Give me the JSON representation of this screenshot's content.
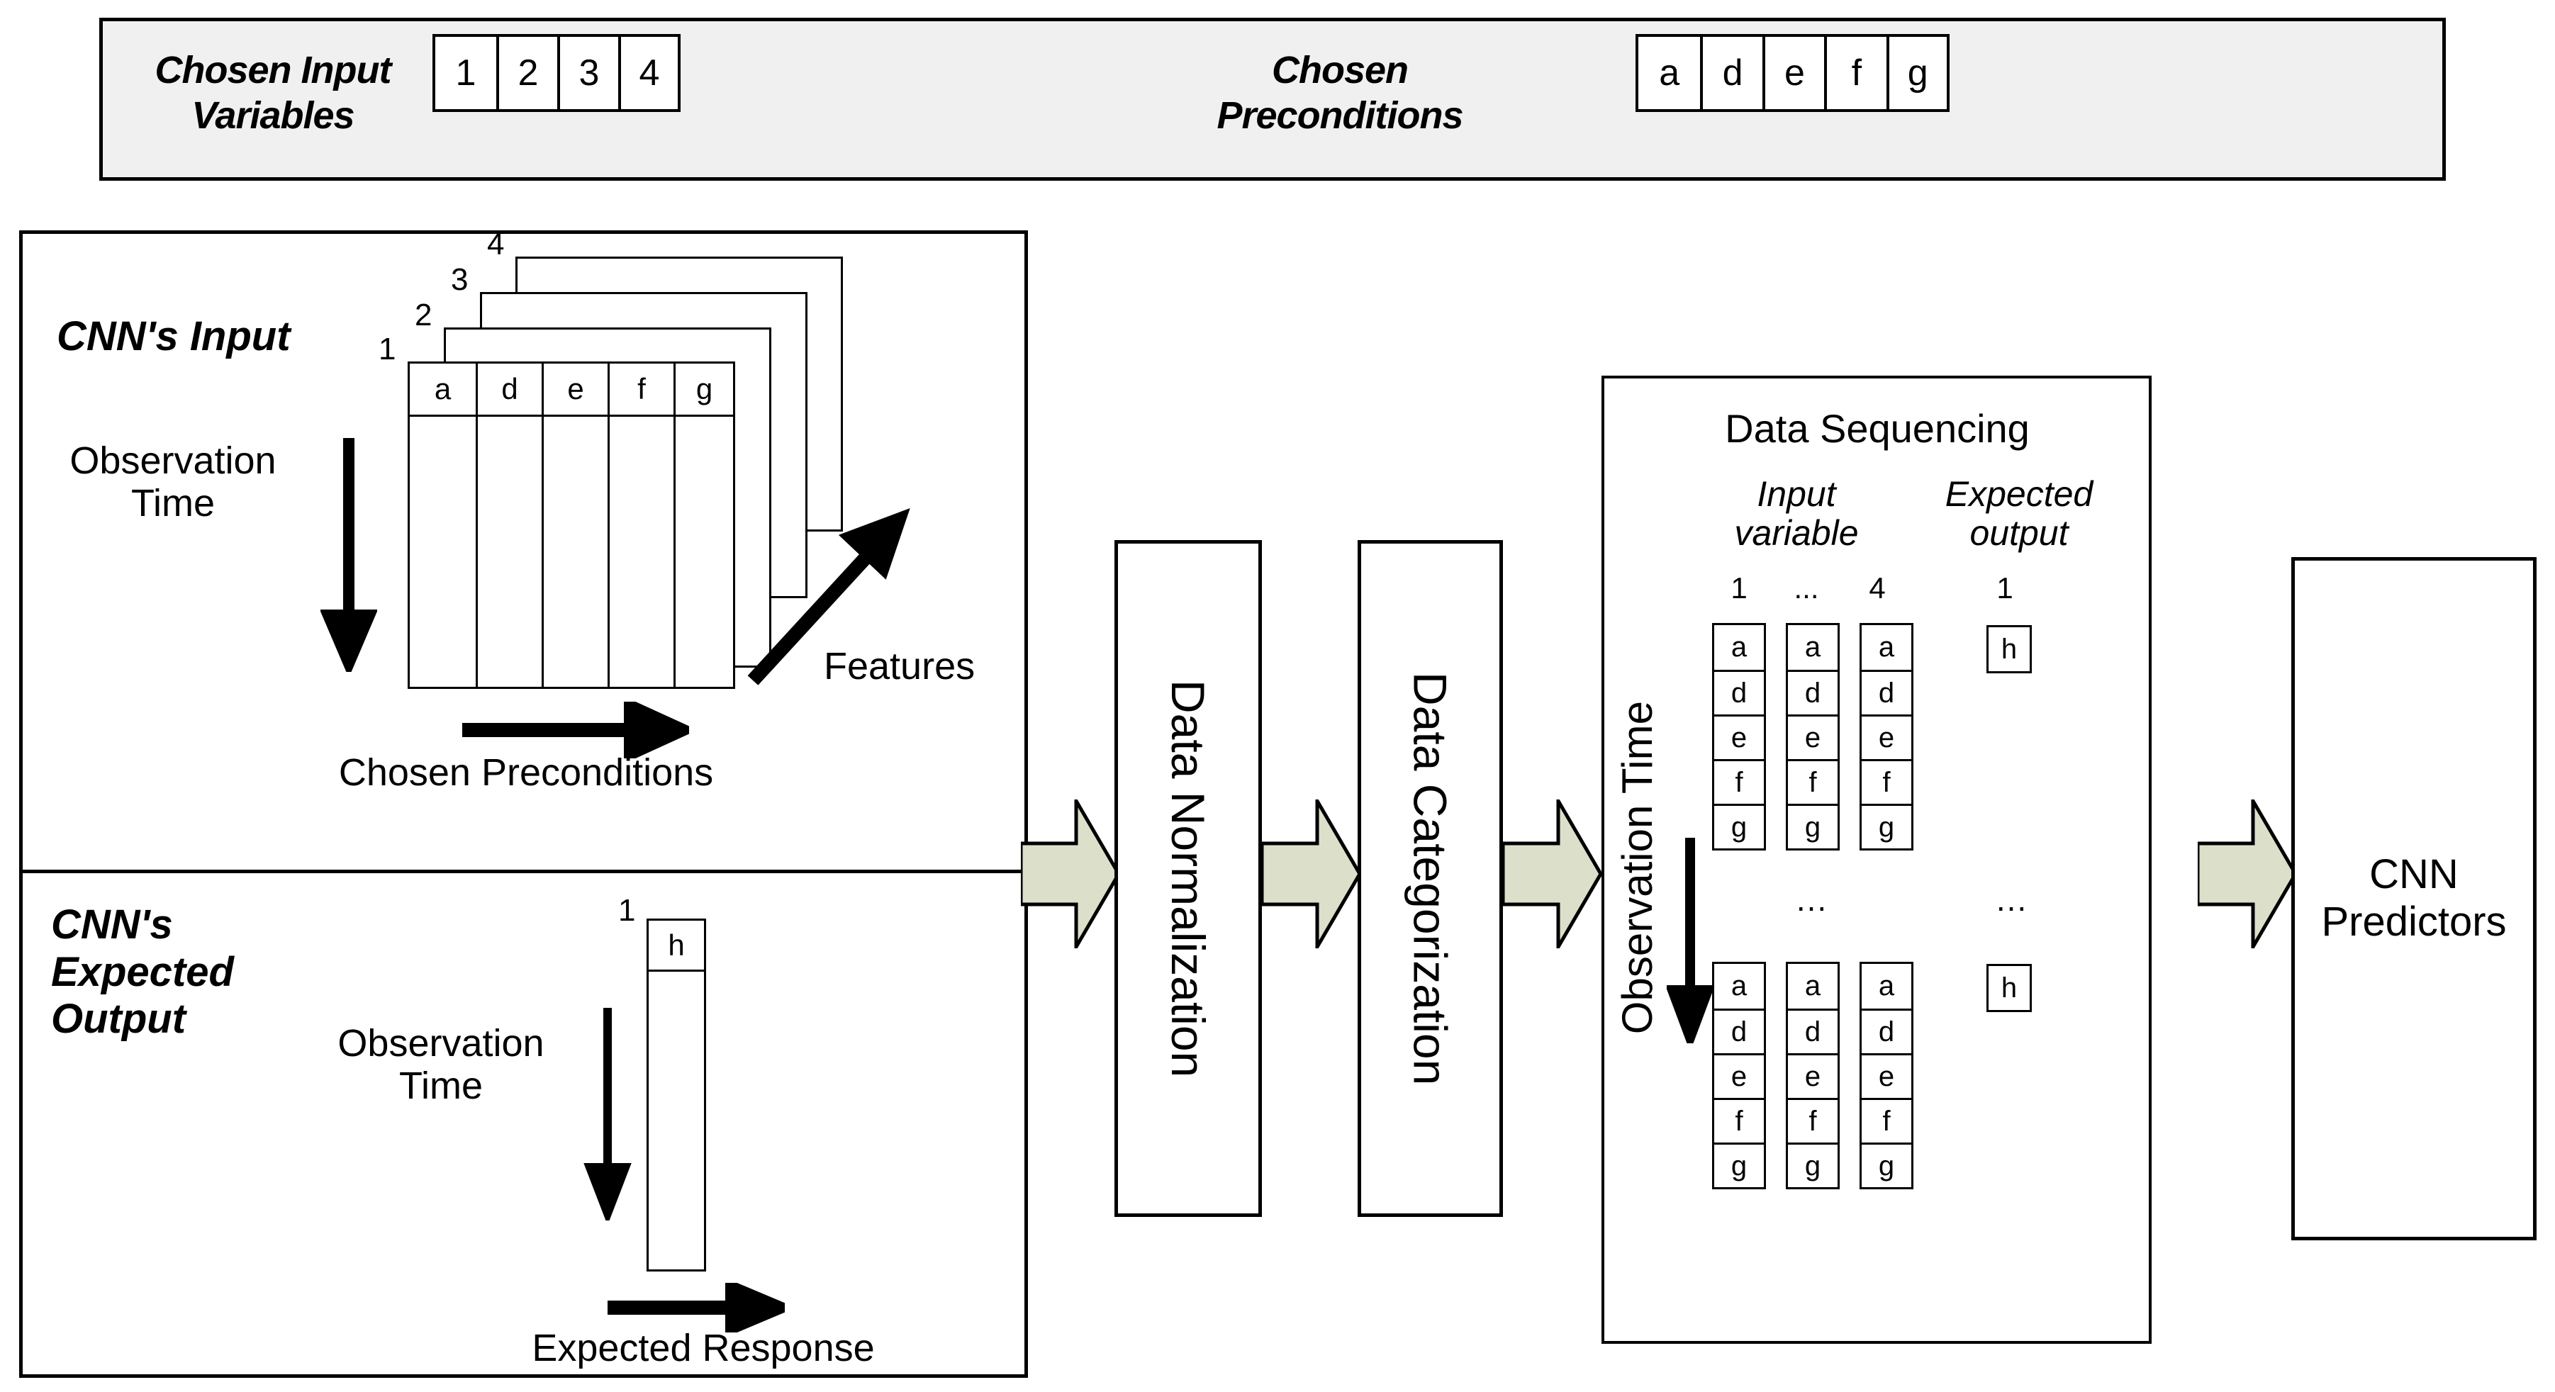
{
  "top_bar": {
    "input_variables_label": "Chosen Input\nVariables",
    "input_variables_label_line1": "Chosen Input",
    "input_variables_label_line2": "Variables",
    "input_variables": [
      "1",
      "2",
      "3",
      "4"
    ],
    "preconditions_label_line1": "Chosen",
    "preconditions_label_line2": "Preconditions",
    "preconditions": [
      "a",
      "d",
      "e",
      "f",
      "g"
    ],
    "background_color": "#f0f0f0"
  },
  "cnn_input_panel": {
    "title": "CNN's Input",
    "stack_numbers": [
      "1",
      "2",
      "3",
      "4"
    ],
    "feature_headers": [
      "a",
      "d",
      "e",
      "f",
      "g"
    ],
    "y_axis_label_line1": "Observation",
    "y_axis_label_line2": "Time",
    "x_axis_label": "Chosen Preconditions",
    "diagonal_axis_label": "Features"
  },
  "cnn_output_panel": {
    "title_line1": "CNN's",
    "title_line2": "Expected",
    "title_line3": "Output",
    "column_number": "1",
    "column_header": "h",
    "y_axis_label_line1": "Observation",
    "y_axis_label_line2": "Time",
    "x_axis_label": "Expected Response"
  },
  "process_steps": [
    {
      "label": "Data Normalization"
    },
    {
      "label": "Data Categorization"
    }
  ],
  "data_sequencing": {
    "title": "Data Sequencing",
    "input_heading_line1": "Input",
    "input_heading_line2": "variable",
    "output_heading_line1": "Expected",
    "output_heading_line2": "output",
    "input_indices": [
      "1",
      "...",
      "4"
    ],
    "output_index": "1",
    "sequence_values": [
      "a",
      "d",
      "e",
      "f",
      "g"
    ],
    "output_value": "h",
    "ellipsis": "...",
    "y_axis_label": "Observation Time"
  },
  "predictors": {
    "label_line1": "CNN",
    "label_line2": "Predictors"
  },
  "colors": {
    "arrow_fill": "#dce0cb",
    "arrow_stroke": "#000000",
    "bar_background": "#f0f0f0",
    "line": "#000000"
  },
  "arrows": {
    "flow_1": "flow-arrow-1",
    "flow_2": "flow-arrow-2",
    "flow_3": "flow-arrow-3",
    "flow_4": "flow-arrow-4"
  }
}
